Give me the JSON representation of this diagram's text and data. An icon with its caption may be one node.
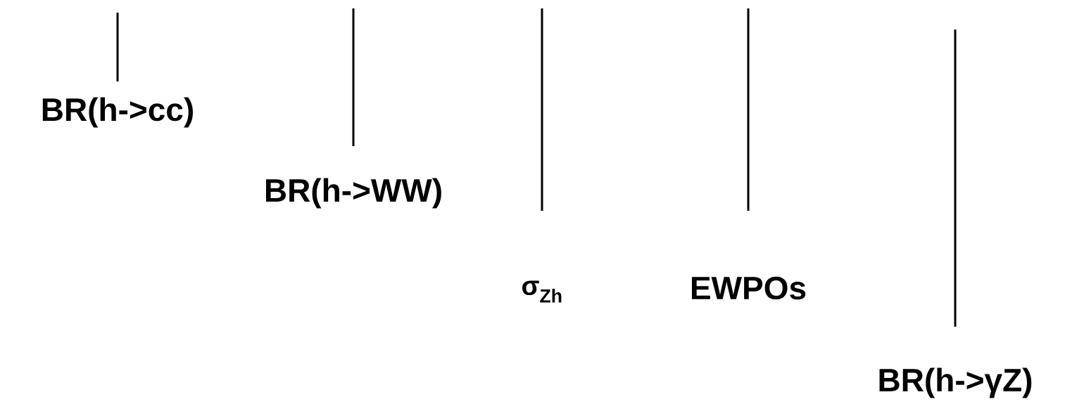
{
  "diagram": {
    "labels": [
      "BR(h->cc)",
      "BR(h->WW)",
      "σ$_{Zh}$",
      "EWPOs",
      "BR(h->γZ)"
    ]
  }
}
